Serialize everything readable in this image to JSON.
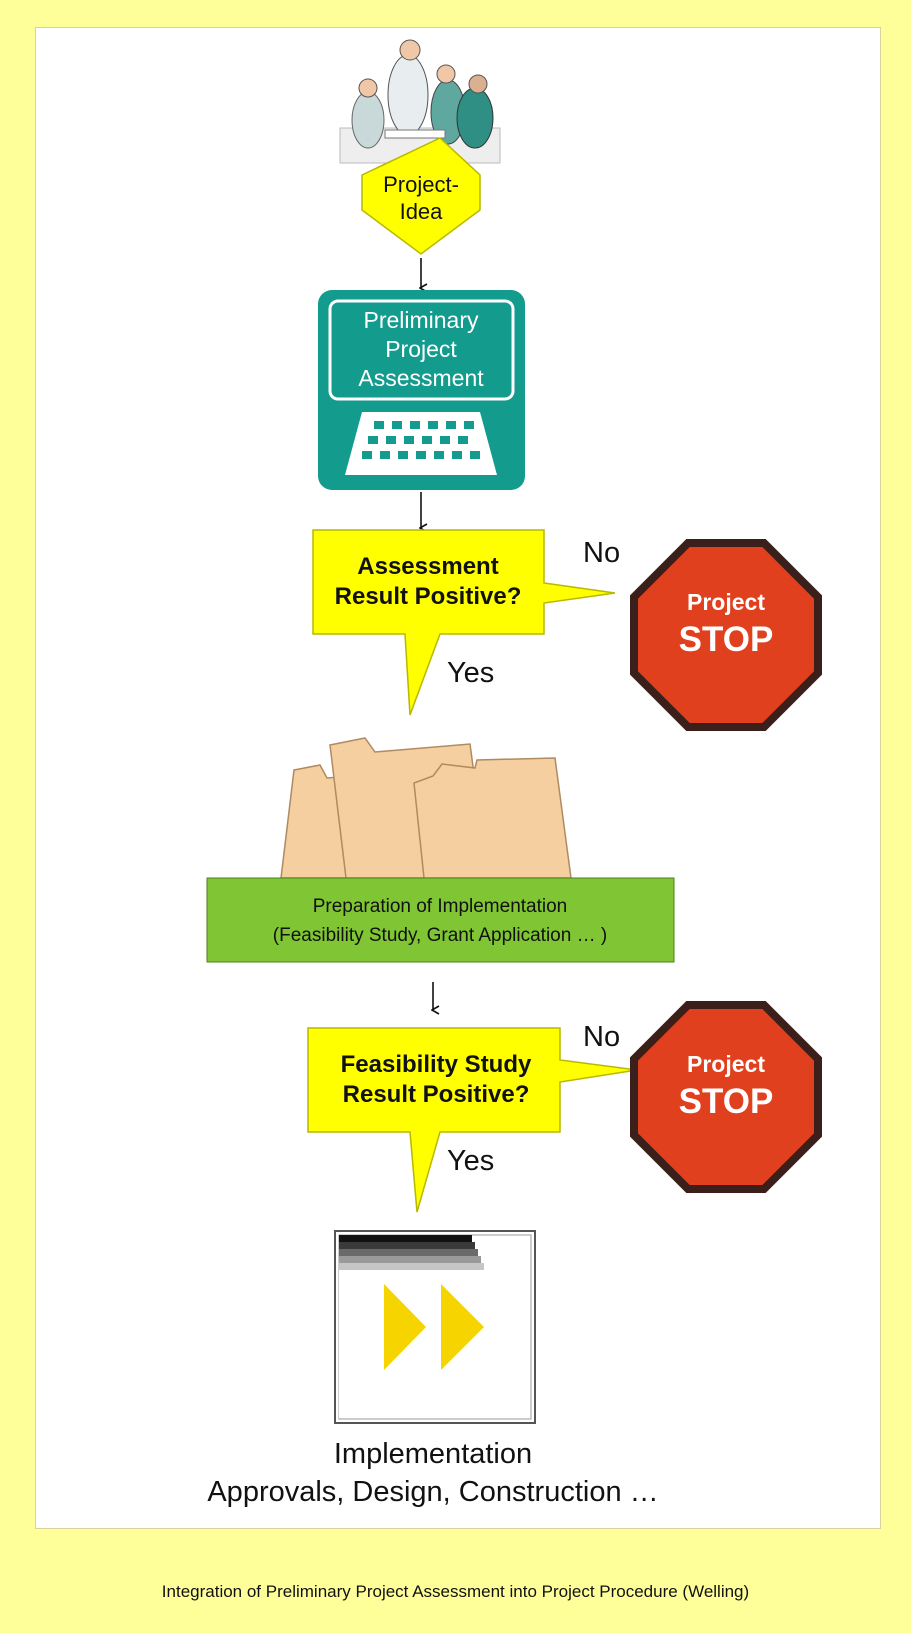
{
  "colors": {
    "page_background": "#ffff99",
    "frame_background": "#ffffff",
    "decision_fill": "#ffff00",
    "assessment_fill": "#139b8e",
    "preparation_fill": "#7fc534",
    "stop_fill": "#e0401d",
    "stop_border": "#3a1f1a",
    "folder_fill": "#f5cfa0"
  },
  "nodes": {
    "idea": {
      "icon": "team-meeting-icon",
      "line1": "Project-",
      "line2": "Idea"
    },
    "assessment": {
      "icon": "computer-terminal-icon",
      "line1": "Preliminary",
      "line2": "Project",
      "line3": "Assessment"
    },
    "decision1": {
      "line1": "Assessment",
      "line2": "Result Positive?",
      "no_label": "No",
      "yes_label": "Yes"
    },
    "stop1": {
      "line1": "Project",
      "line2": "STOP"
    },
    "preparation": {
      "icon": "folders-icon",
      "line1": "Preparation of Implementation",
      "line2": "(Feasibility Study, Grant Application … )"
    },
    "decision2": {
      "line1": "Feasibility Study",
      "line2": "Result Positive?",
      "no_label": "No",
      "yes_label": "Yes"
    },
    "stop2": {
      "line1": "Project",
      "line2": "STOP"
    },
    "implementation": {
      "icon": "fast-forward-icon",
      "line1": "Implementation",
      "line2": "Approvals, Design, Construction …"
    }
  },
  "caption": "Integration of Preliminary Project Assessment into Project Procedure (Welling)"
}
